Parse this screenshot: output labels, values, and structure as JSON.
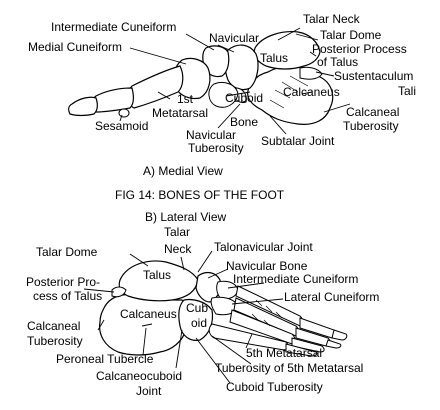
{
  "figure": {
    "title": "FIG 14:  BONES OF THE FOOT",
    "medial_caption": "A) Medial View",
    "lateral_caption": "B) Lateral View"
  },
  "medial_labels": {
    "intermediate_cuneiform": "Intermediate Cuneiform",
    "navicular": "Navicular",
    "talar_neck": "Talar Neck",
    "talar_dome": "Talar Dome",
    "posterior_process_1": "Posterior Process",
    "posterior_process_2": "of Talus",
    "medial_cuneiform": "Medial Cuneiform",
    "talus": "Talus",
    "sustentaculum_1": "Sustentaculum",
    "sustentaculum_2": "Tali",
    "first_metatarsal_1": "1st",
    "first_metatarsal_2": "Metatarsal",
    "cuboid_bone_1": "Cuboid",
    "cuboid_bone_2": "Bone",
    "calcaneus": "Calcaneus",
    "sesamoid": "Sesamoid",
    "calcaneal_tuberosity_1": "Calcaneal",
    "calcaneal_tuberosity_2": "Tuberosity",
    "navicular_tuberosity_1": "Navicular",
    "navicular_tuberosity_2": "Tuberosity",
    "subtalar_joint": "Subtalar Joint"
  },
  "lateral_labels": {
    "talar_neck_1": "Talar",
    "talar_neck_2": "Neck",
    "talonavicular_joint": "Talonavicular Joint",
    "talar_dome": "Talar Dome",
    "talus": "Talus",
    "navicular_bone": "Navicular Bone",
    "intermediate_cuneiform": "Intermediate Cuneiform",
    "posterior_process_1": "Posterior Pro-",
    "posterior_process_2": "cess  of Talus",
    "lateral_cuneiform": "Lateral Cuneiform",
    "calcaneus": "Calcaneus",
    "cuboid_1": "Cub",
    "cuboid_2": "oid",
    "calcaneal_tuberosity_1": "Calcaneal",
    "calcaneal_tuberosity_2": "Tuberosity",
    "fifth_metatarsal": "5th Metatarsal",
    "peroneal_tubercle": "Peroneal Tubercle",
    "tuberosity_fifth_metatarsal": "Tuberosity of 5th Metatarsal",
    "calcaneocuboid_1": "Calcaneocuboid",
    "calcaneocuboid_2": "Joint",
    "cuboid_tuberosity": "Cuboid Tuberosity"
  }
}
